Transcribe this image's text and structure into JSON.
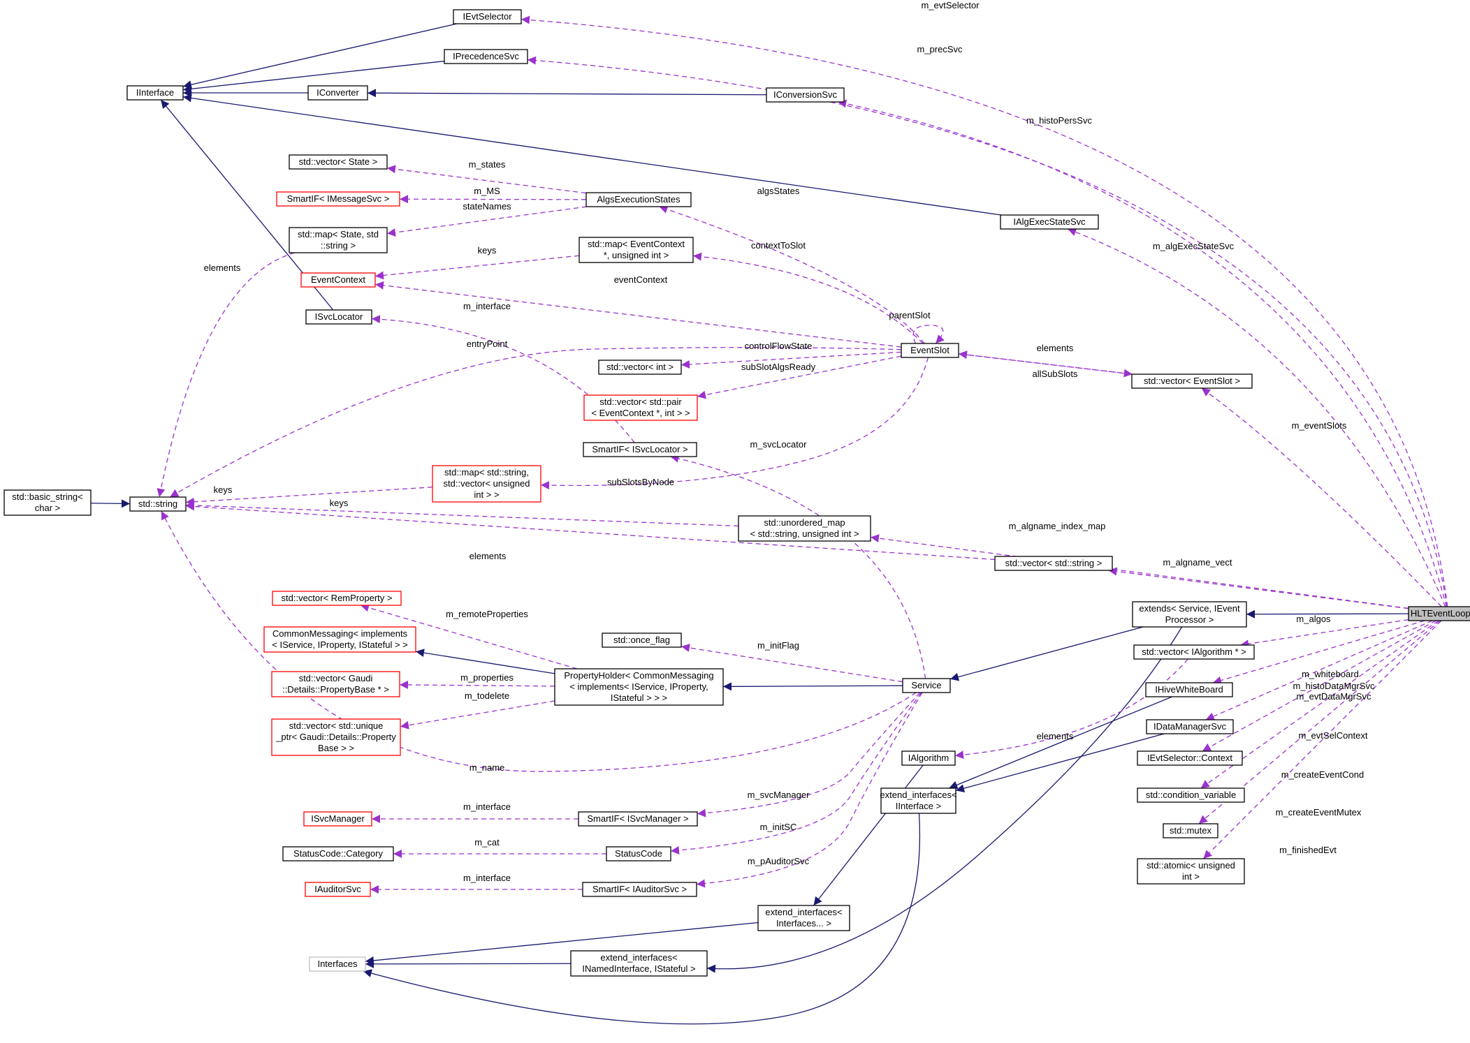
{
  "colors": {
    "inheritance_edge": "#191970",
    "usage_edge": "#9a32cd",
    "node_border": "#000000",
    "incomplete_node_border": "#ff0000",
    "external_node_border": "#bfbfbf",
    "focus_fill": "#bfbfbf"
  },
  "nodes": [
    {
      "id": "IEvtSelector",
      "lines": [
        "IEvtSelector"
      ]
    },
    {
      "id": "IPrecedenceSvc",
      "lines": [
        "IPrecedenceSvc"
      ]
    },
    {
      "id": "IInterface",
      "lines": [
        "IInterface"
      ]
    },
    {
      "id": "IConverter",
      "lines": [
        "IConverter"
      ]
    },
    {
      "id": "IConversionSvc",
      "lines": [
        "IConversionSvc"
      ]
    },
    {
      "id": "vecState",
      "lines": [
        "std::vector< State >"
      ]
    },
    {
      "id": "SmartIFMsg",
      "lines": [
        "SmartIF< IMessageSvc >"
      ],
      "style": "red"
    },
    {
      "id": "AlgsExec",
      "lines": [
        "AlgsExecutionStates"
      ]
    },
    {
      "id": "IAlgExec",
      "lines": [
        "IAlgExecStateSvc"
      ]
    },
    {
      "id": "mapState",
      "lines": [
        "std::map< State, std",
        "::string >"
      ]
    },
    {
      "id": "mapEvtCtx",
      "lines": [
        "std::map< EventContext",
        "*, unsigned int >"
      ]
    },
    {
      "id": "EventContext",
      "lines": [
        "EventContext"
      ],
      "style": "red"
    },
    {
      "id": "ISvcLocator",
      "lines": [
        "ISvcLocator"
      ]
    },
    {
      "id": "EventSlot",
      "lines": [
        "EventSlot"
      ]
    },
    {
      "id": "vecInt",
      "lines": [
        "std::vector< int >"
      ]
    },
    {
      "id": "vecEventSlot",
      "lines": [
        "std::vector< EventSlot >"
      ]
    },
    {
      "id": "vecPair",
      "lines": [
        "std::vector< std::pair",
        "< EventContext *, int > >"
      ],
      "style": "red"
    },
    {
      "id": "SmartIFSvcLoc",
      "lines": [
        "SmartIF< ISvcLocator >"
      ]
    },
    {
      "id": "basicString",
      "lines": [
        "std::basic_string<",
        "char >"
      ]
    },
    {
      "id": "stdString",
      "lines": [
        "std::string"
      ]
    },
    {
      "id": "mapStrVec",
      "lines": [
        "std::map< std::string,",
        "std::vector< unsigned",
        "int > >"
      ],
      "style": "red"
    },
    {
      "id": "unorderedMap",
      "lines": [
        "std::unordered_map",
        "< std::string, unsigned int >"
      ]
    },
    {
      "id": "vecString",
      "lines": [
        "std::vector< std::string >"
      ]
    },
    {
      "id": "vecRemProp",
      "lines": [
        "std::vector< RemProperty >"
      ],
      "style": "red"
    },
    {
      "id": "CommonMsg",
      "lines": [
        "CommonMessaging< implements",
        "< IService, IProperty, IStateful > >"
      ],
      "style": "red"
    },
    {
      "id": "onceFlag",
      "lines": [
        "std::once_flag"
      ]
    },
    {
      "id": "extendsService",
      "lines": [
        "extends< Service, IEvent",
        "Processor >"
      ]
    },
    {
      "id": "HLT",
      "lines": [
        "HLTEventLoopMgr"
      ],
      "style": "focus"
    },
    {
      "id": "vecIAlg",
      "lines": [
        "std::vector< IAlgorithm * >"
      ]
    },
    {
      "id": "PropHolder",
      "lines": [
        "PropertyHolder< CommonMessaging",
        "< implements< IService, IProperty,",
        "IStateful > > >"
      ]
    },
    {
      "id": "vecPropBase",
      "lines": [
        "std::vector< Gaudi",
        "::Details::PropertyBase * >"
      ],
      "style": "red"
    },
    {
      "id": "Service",
      "lines": [
        "Service"
      ]
    },
    {
      "id": "IHive",
      "lines": [
        "IHiveWhiteBoard"
      ]
    },
    {
      "id": "IDataMgr",
      "lines": [
        "IDataManagerSvc"
      ]
    },
    {
      "id": "vecUnique",
      "lines": [
        "std::vector< std::unique",
        "_ptr< Gaudi::Details::Property",
        "Base > >"
      ],
      "style": "red"
    },
    {
      "id": "IAlgorithm",
      "lines": [
        "IAlgorithm"
      ]
    },
    {
      "id": "IEvtSelCtx",
      "lines": [
        "IEvtSelector::Context"
      ]
    },
    {
      "id": "extIInterface",
      "lines": [
        "extend_interfaces<",
        "IInterface >"
      ]
    },
    {
      "id": "condVar",
      "lines": [
        "std::condition_variable"
      ]
    },
    {
      "id": "ISvcManager",
      "lines": [
        "ISvcManager"
      ],
      "style": "red"
    },
    {
      "id": "SmartIFSvcMgr",
      "lines": [
        "SmartIF< ISvcManager >"
      ]
    },
    {
      "id": "stdMutex",
      "lines": [
        "std::mutex"
      ]
    },
    {
      "id": "SCCategory",
      "lines": [
        "StatusCode::Category"
      ]
    },
    {
      "id": "StatusCode",
      "lines": [
        "StatusCode"
      ]
    },
    {
      "id": "atomic",
      "lines": [
        "std::atomic< unsigned",
        "int >"
      ]
    },
    {
      "id": "IAuditorSvc",
      "lines": [
        "IAuditorSvc"
      ],
      "style": "red"
    },
    {
      "id": "SmartIFAud",
      "lines": [
        "SmartIF< IAuditorSvc >"
      ]
    },
    {
      "id": "extIfaces",
      "lines": [
        "extend_interfaces<",
        "Interfaces... >"
      ]
    },
    {
      "id": "Interfaces",
      "lines": [
        "Interfaces"
      ],
      "style": "gray"
    },
    {
      "id": "extNamed",
      "lines": [
        "extend_interfaces<",
        "INamedInterface, IStateful >"
      ]
    }
  ],
  "edges": [
    {
      "from": "IEvtSelector",
      "to": "IInterface",
      "kind": "inheritance"
    },
    {
      "from": "IPrecedenceSvc",
      "to": "IInterface",
      "kind": "inheritance"
    },
    {
      "from": "IConverter",
      "to": "IInterface",
      "kind": "inheritance"
    },
    {
      "from": "IConversionSvc",
      "to": "IConverter",
      "kind": "inheritance"
    },
    {
      "from": "IAlgExec",
      "to": "IInterface",
      "kind": "inheritance"
    },
    {
      "from": "ISvcLocator",
      "to": "IInterface",
      "kind": "inheritance"
    },
    {
      "from": "basicString",
      "to": "stdString",
      "kind": "inheritance"
    },
    {
      "from": "HLT",
      "to": "extendsService",
      "kind": "inheritance"
    },
    {
      "from": "extendsService",
      "to": "Service",
      "kind": "inheritance"
    },
    {
      "from": "Service",
      "to": "PropHolder",
      "kind": "inheritance"
    },
    {
      "from": "PropHolder",
      "to": "CommonMsg",
      "kind": "inheritance"
    },
    {
      "from": "IHive",
      "to": "extIInterface",
      "kind": "inheritance"
    },
    {
      "from": "IDataMgr",
      "to": "extIInterface",
      "kind": "inheritance"
    },
    {
      "from": "IAlgorithm",
      "to": "extIfaces",
      "kind": "inheritance"
    },
    {
      "from": "extIfaces",
      "to": "Interfaces",
      "kind": "inheritance"
    },
    {
      "from": "extNamed",
      "to": "Interfaces",
      "kind": "inheritance"
    },
    {
      "from": "extIInterface",
      "to": "Interfaces",
      "kind": "inheritance"
    },
    {
      "from": "extendsService",
      "to": "extNamed",
      "kind": "inheritance"
    },
    {
      "from": "HLT",
      "to": "IEvtSelector",
      "kind": "usage",
      "label": "m_evtSelector"
    },
    {
      "from": "HLT",
      "to": "IPrecedenceSvc",
      "kind": "usage",
      "label": "m_precSvc"
    },
    {
      "from": "HLT",
      "to": "IConversionSvc",
      "kind": "usage",
      "label": "m_histoPersSvc"
    },
    {
      "from": "HLT",
      "to": "IAlgExec",
      "kind": "usage",
      "label": "m_algExecStateSvc"
    },
    {
      "from": "HLT",
      "to": "vecEventSlot",
      "kind": "usage",
      "label": "m_eventSlots"
    },
    {
      "from": "HLT",
      "to": "unorderedMap",
      "kind": "usage",
      "label": "m_algname_index_map"
    },
    {
      "from": "HLT",
      "to": "vecString",
      "kind": "usage",
      "label": "m_algname_vect"
    },
    {
      "from": "HLT",
      "to": "vecIAlg",
      "kind": "usage",
      "label": "m_algos"
    },
    {
      "from": "HLT",
      "to": "IHive",
      "kind": "usage",
      "label": "m_whiteboard"
    },
    {
      "from": "HLT",
      "to": "IDataMgr",
      "kind": "usage",
      "label": "m_histoDataMgrSvc\nm_evtDataMgrSvc"
    },
    {
      "from": "HLT",
      "to": "IEvtSelCtx",
      "kind": "usage",
      "label": "m_evtSelContext"
    },
    {
      "from": "HLT",
      "to": "condVar",
      "kind": "usage",
      "label": "m_createEventCond"
    },
    {
      "from": "HLT",
      "to": "stdMutex",
      "kind": "usage",
      "label": "m_createEventMutex"
    },
    {
      "from": "HLT",
      "to": "atomic",
      "kind": "usage",
      "label": "m_finishedEvt"
    },
    {
      "from": "AlgsExec",
      "to": "vecState",
      "kind": "usage",
      "label": "m_states"
    },
    {
      "from": "AlgsExec",
      "to": "SmartIFMsg",
      "kind": "usage",
      "label": "m_MS"
    },
    {
      "from": "AlgsExec",
      "to": "mapState",
      "kind": "usage",
      "label": "stateNames"
    },
    {
      "from": "EventSlot",
      "to": "AlgsExec",
      "kind": "usage",
      "label": "algsStates"
    },
    {
      "from": "EventSlot",
      "to": "mapEvtCtx",
      "kind": "usage",
      "label": "contextToSlot"
    },
    {
      "from": "mapEvtCtx",
      "to": "EventContext",
      "kind": "usage",
      "label": "keys"
    },
    {
      "from": "EventSlot",
      "to": "EventContext",
      "kind": "usage",
      "label": "eventContext"
    },
    {
      "from": "EventSlot",
      "to": "EventSlot",
      "kind": "usage",
      "label": "parentSlot"
    },
    {
      "from": "SmartIFSvcLoc",
      "to": "ISvcLocator",
      "kind": "usage",
      "label": "m_interface"
    },
    {
      "from": "EventSlot",
      "to": "stdString",
      "kind": "usage",
      "label": "entryPoint"
    },
    {
      "from": "EventSlot",
      "to": "vecInt",
      "kind": "usage",
      "label": "controlFlowState"
    },
    {
      "from": "EventSlot",
      "to": "vecPair",
      "kind": "usage",
      "label": "subSlotAlgsReady"
    },
    {
      "from": "vecEventSlot",
      "to": "EventSlot",
      "kind": "usage",
      "label": "elements"
    },
    {
      "from": "EventSlot",
      "to": "vecEventSlot",
      "kind": "usage",
      "label": "allSubSlots"
    },
    {
      "from": "EventSlot",
      "to": "mapStrVec",
      "kind": "usage",
      "label": "subSlotsByNode"
    },
    {
      "from": "Service",
      "to": "SmartIFSvcLoc",
      "kind": "usage",
      "label": "m_svcLocator"
    },
    {
      "from": "mapState",
      "to": "stdString",
      "kind": "usage",
      "label": "elements"
    },
    {
      "from": "mapStrVec",
      "to": "stdString",
      "kind": "usage",
      "label": "keys"
    },
    {
      "from": "unorderedMap",
      "to": "stdString",
      "kind": "usage",
      "label": "keys"
    },
    {
      "from": "vecString",
      "to": "stdString",
      "kind": "usage",
      "label": "elements"
    },
    {
      "from": "PropHolder",
      "to": "vecRemProp",
      "kind": "usage",
      "label": "m_remoteProperties"
    },
    {
      "from": "Service",
      "to": "onceFlag",
      "kind": "usage",
      "label": "m_initFlag"
    },
    {
      "from": "PropHolder",
      "to": "vecPropBase",
      "kind": "usage",
      "label": "m_properties"
    },
    {
      "from": "PropHolder",
      "to": "vecUnique",
      "kind": "usage",
      "label": "m_todelete"
    },
    {
      "from": "Service",
      "to": "stdString",
      "kind": "usage",
      "label": "m_name"
    },
    {
      "from": "vecIAlg",
      "to": "IAlgorithm",
      "kind": "usage",
      "label": "elements"
    },
    {
      "from": "Service",
      "to": "SmartIFSvcMgr",
      "kind": "usage",
      "label": "m_svcManager"
    },
    {
      "from": "SmartIFSvcMgr",
      "to": "ISvcManager",
      "kind": "usage",
      "label": "m_interface"
    },
    {
      "from": "Service",
      "to": "StatusCode",
      "kind": "usage",
      "label": "m_initSC"
    },
    {
      "from": "StatusCode",
      "to": "SCCategory",
      "kind": "usage",
      "label": "m_cat"
    },
    {
      "from": "Service",
      "to": "SmartIFAud",
      "kind": "usage",
      "label": "m_pAuditorSvc"
    },
    {
      "from": "SmartIFAud",
      "to": "IAuditorSvc",
      "kind": "usage",
      "label": "m_interface"
    }
  ]
}
